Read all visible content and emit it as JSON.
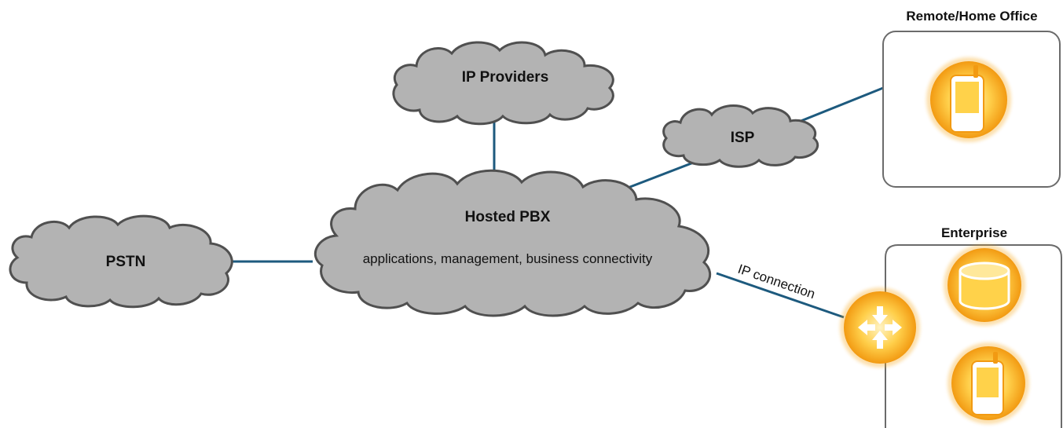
{
  "clouds": {
    "ip_providers": "IP Providers",
    "isp": "ISP",
    "pstn": "PSTN",
    "hosted_pbx": "Hosted PBX",
    "hosted_pbx_sub": "applications, management, business connectivity"
  },
  "sites": {
    "remote_office": "Remote/Home Office",
    "enterprise": "Enterprise"
  },
  "links": {
    "ip_connection": "IP connection"
  },
  "icons": {
    "remote_device": "mobile-phone-icon",
    "enterprise_router": "router-icon",
    "enterprise_storage": "database-icon",
    "enterprise_device": "mobile-phone-icon"
  },
  "colors": {
    "link": "#1d5a7e",
    "cloud_fill": "#b3b3b3",
    "cloud_stroke": "#505050",
    "icon_orange": "#f7a81b",
    "icon_yellow": "#ffd24a"
  }
}
